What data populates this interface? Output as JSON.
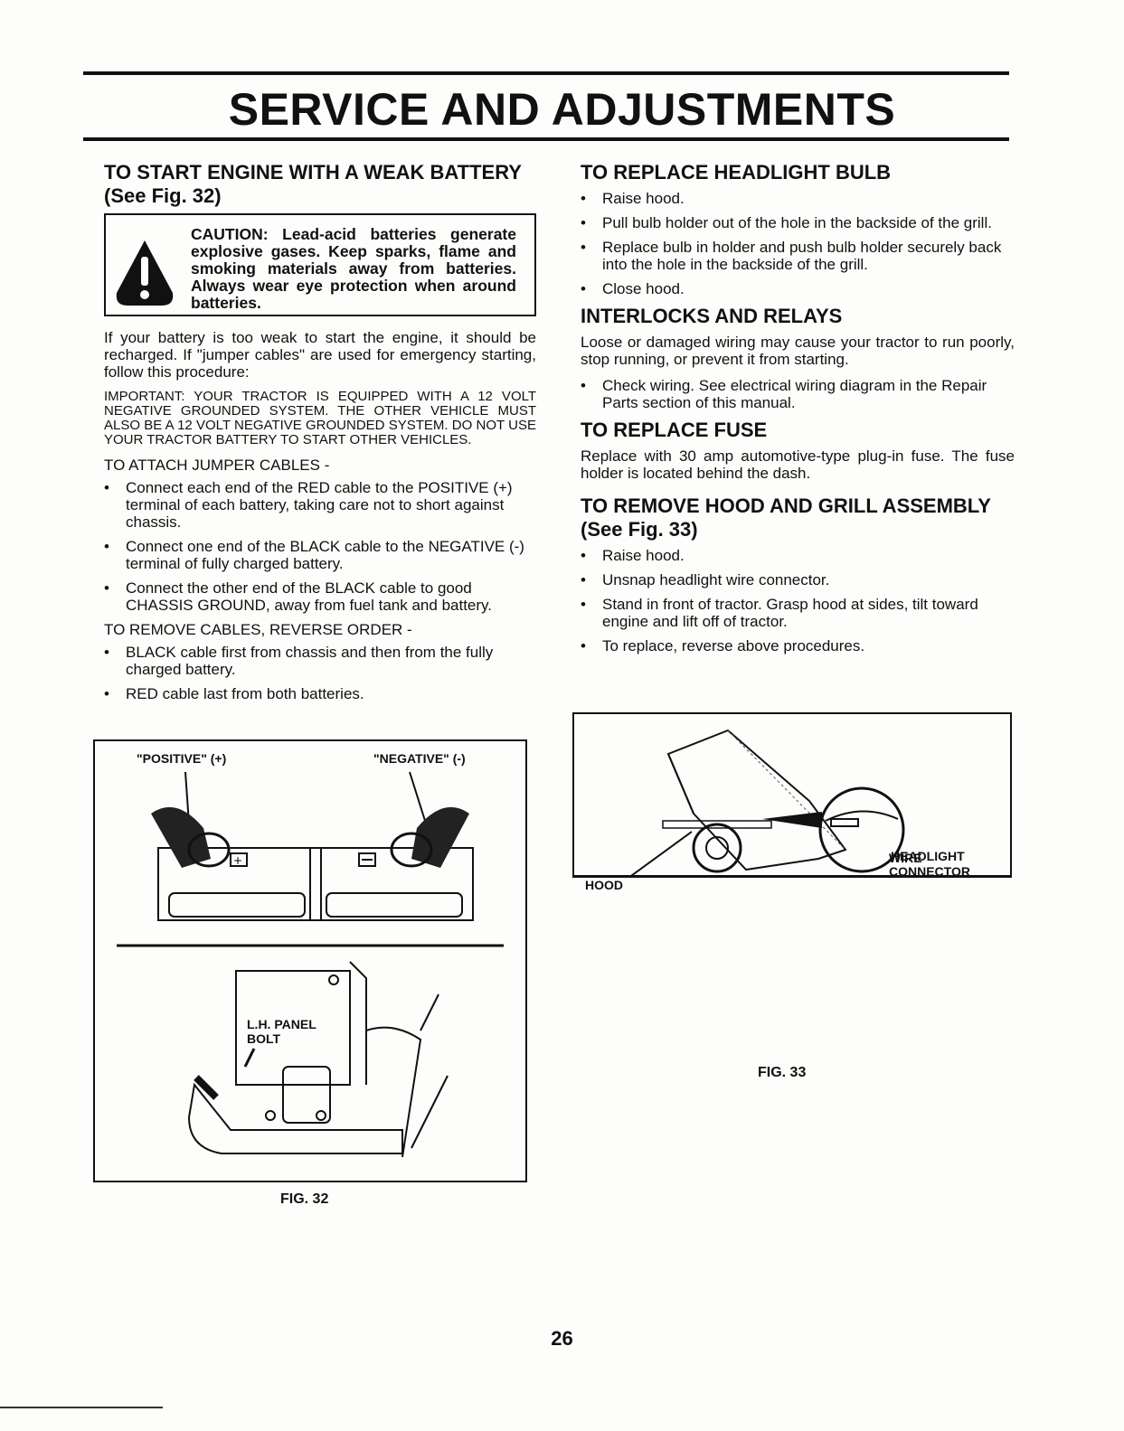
{
  "header": {
    "title": "SERVICE AND ADJUSTMENTS"
  },
  "left": {
    "section1_title": "TO START ENGINE WITH A WEAK BATTERY",
    "section1_subtitle": "(See Fig. 32)",
    "caution": "CAUTION: Lead-acid batteries generate explosive gases. Keep sparks, flame and smoking materials away from batteries. Always wear eye protection when around batteries.",
    "intro": "If your battery is too weak to start the engine, it should be recharged. If \"jumper cables\" are used for emergency starting, follow this procedure:",
    "important": "IMPORTANT: YOUR TRACTOR IS EQUIPPED WITH A 12 VOLT NEGATIVE GROUNDED SYSTEM. THE OTHER VEHICLE MUST ALSO BE A 12 VOLT NEGATIVE GROUNDED SYSTEM. DO NOT USE YOUR TRACTOR BATTERY TO START OTHER VEHICLES.",
    "attach_lead": "TO ATTACH JUMPER CABLES -",
    "attach_steps": [
      "Connect each end of the RED cable to the POSITIVE (+) terminal of each battery, taking care not to short against chassis.",
      "Connect one end of the BLACK cable to the NEGATIVE (-) terminal of fully charged battery.",
      "Connect the other end of the BLACK cable to good CHASSIS GROUND, away from fuel tank and battery."
    ],
    "remove_lead": "TO REMOVE CABLES, REVERSE ORDER -",
    "remove_steps": [
      "BLACK cable first from chassis and then from the fully charged battery.",
      "RED cable last from both batteries."
    ],
    "fig32": {
      "positive_label": "\"POSITIVE\" (+)",
      "negative_label": "\"NEGATIVE\" (-)",
      "panel_label_1": "L.H. PANEL",
      "panel_label_2": "BOLT",
      "caption": "FIG. 32"
    }
  },
  "right": {
    "headlight_title": "TO REPLACE HEADLIGHT BULB",
    "headlight_steps": [
      "Raise hood.",
      "Pull bulb holder out of the hole in the backside of the grill.",
      "Replace bulb in holder and push bulb holder securely back into the hole in the backside of the grill.",
      "Close hood."
    ],
    "interlocks_title": "INTERLOCKS AND RELAYS",
    "interlocks_text": "Loose or damaged wiring may cause your tractor to run poorly, stop running, or prevent it from starting.",
    "interlocks_steps": [
      "Check wiring. See electrical wiring diagram in the Repair Parts section of this manual."
    ],
    "fuse_title": "TO REPLACE FUSE",
    "fuse_text": "Replace with 30 amp automotive-type plug-in fuse. The fuse holder is located behind the dash.",
    "hood_title": "TO REMOVE HOOD AND GRILL ASSEMBLY",
    "hood_subtitle": "(See Fig. 33)",
    "hood_steps": [
      "Raise hood.",
      "Unsnap headlight wire connector.",
      "Stand in front of tractor. Grasp hood at sides, tilt toward engine and lift off of tractor.",
      "To replace, reverse above procedures."
    ],
    "fig33": {
      "hood_label": "HOOD",
      "connector_label_1": "HEADLIGHT",
      "connector_label_2": "WIRE",
      "connector_label_3": "CONNECTOR",
      "caption": "FIG. 33"
    }
  },
  "footer": {
    "page_number": "26"
  }
}
